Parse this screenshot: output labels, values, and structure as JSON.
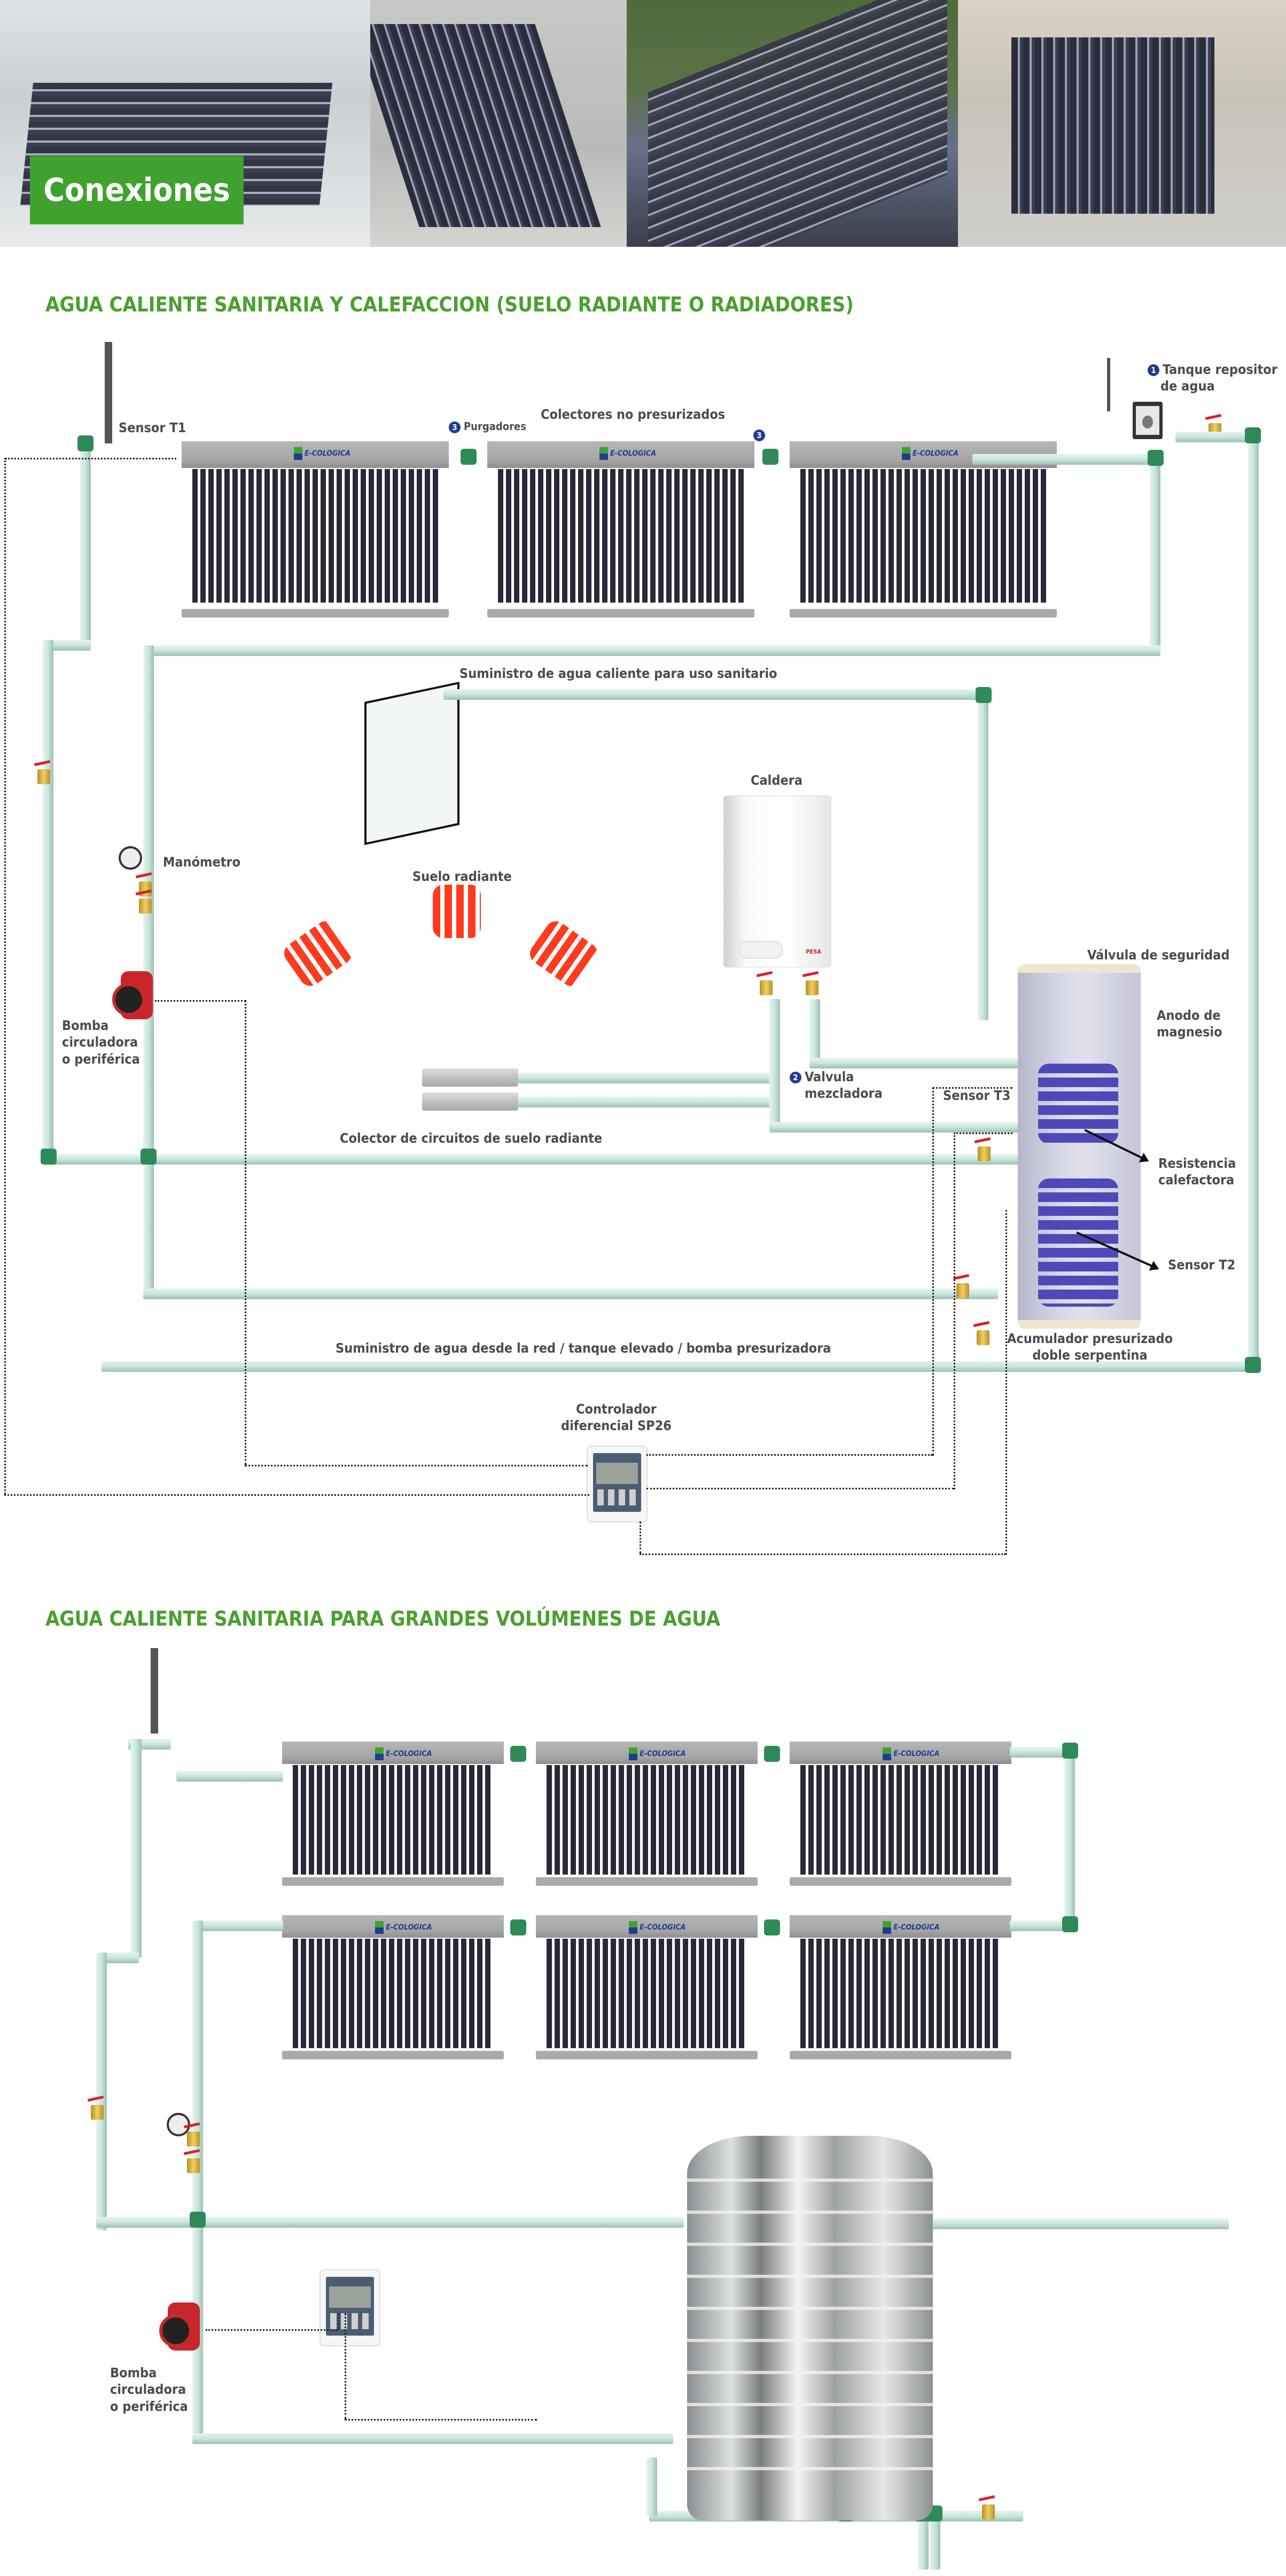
{
  "header": {
    "badge_label": "Conexiones",
    "photos": [
      {
        "name": "collector-photo-indoor",
        "alt": "Colector de tubos de vacío en interior"
      },
      {
        "name": "collector-photo-factory",
        "alt": "Colector E-COLOGICA en fábrica"
      },
      {
        "name": "collector-photo-roof",
        "alt": "Colectores instalados en tejado"
      },
      {
        "name": "collector-photo-warehouse",
        "alt": "Colector E-COLOGICA en almacén"
      }
    ]
  },
  "brand": {
    "collector_logo": "E-COLOGICA",
    "boiler_logo": "PESA",
    "green": "#4aa02f",
    "blue": "#1f3c8f"
  },
  "diagram1": {
    "title": "AGUA CALIENTE SANITARIA Y CALEFACCION (SUELO RADIANTE O RADIADORES)",
    "labels": {
      "sensor_t1": "Sensor T1",
      "purgadores_num": "3",
      "purgadores": "Purgadores",
      "purgador2_num": "3",
      "colectores": "Colectores no presurizados",
      "tanque_num": "1",
      "tanque_line1": "Tanque repositor",
      "tanque_line2": "de agua",
      "suministro_sanitario": "Suministro de agua caliente para uso sanitario",
      "caldera": "Caldera",
      "manometro": "Manómetro",
      "suelo_radiante": "Suelo radiante",
      "bomba_line1": "Bomba",
      "bomba_line2": "circuladora",
      "bomba_line3": "o periférica",
      "valvula_seguridad": "Válvula de seguridad",
      "anodo_line1": "Anodo de",
      "anodo_line2": "magnesio",
      "valvula_mezcladora_num": "2",
      "valvula_mezcladora_line1": "Valvula",
      "valvula_mezcladora_line2": "mezcladora",
      "sensor_t3": "Sensor T3",
      "colector_circuitos": "Colector de circuitos de suelo radiante",
      "resistencia_line1": "Resistencia",
      "resistencia_line2": "calefactora",
      "sensor_t2": "Sensor T2",
      "suministro_red": "Suministro de agua desde la red / tanque elevado / bomba presurizadora",
      "acumulador_line1": "Acumulador presurizado",
      "acumulador_line2": "doble serpentina",
      "controlador_line1": "Controlador",
      "controlador_line2": "diferencial SP26"
    },
    "collector_count": 3
  },
  "diagram2": {
    "title": "AGUA CALIENTE SANITARIA PARA GRANDES VOLÚMENES DE AGUA",
    "labels": {
      "bomba_line1": "Bomba",
      "bomba_line2": "circuladora",
      "bomba_line3": "o periférica"
    },
    "collector_rows": 2,
    "collectors_per_row": 3
  }
}
